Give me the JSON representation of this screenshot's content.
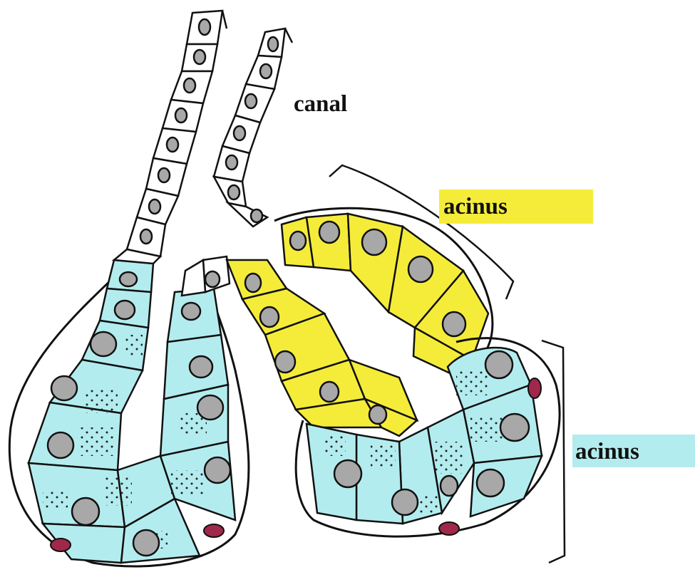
{
  "labels": {
    "canal": "canal",
    "acinus_yellow": "acinus",
    "acinus_blue": "acinus"
  },
  "colors": {
    "serous_cell": "#b3ecee",
    "mucous_cell": "#f5ec3a",
    "canal_cell": "#ffffff",
    "nucleus": "#a8a8a8",
    "myoepithelial_cell": "#a0284a",
    "label_yellow_bg": "#f5ec3a",
    "label_blue_bg": "#b3ecee",
    "outline": "#111111"
  }
}
